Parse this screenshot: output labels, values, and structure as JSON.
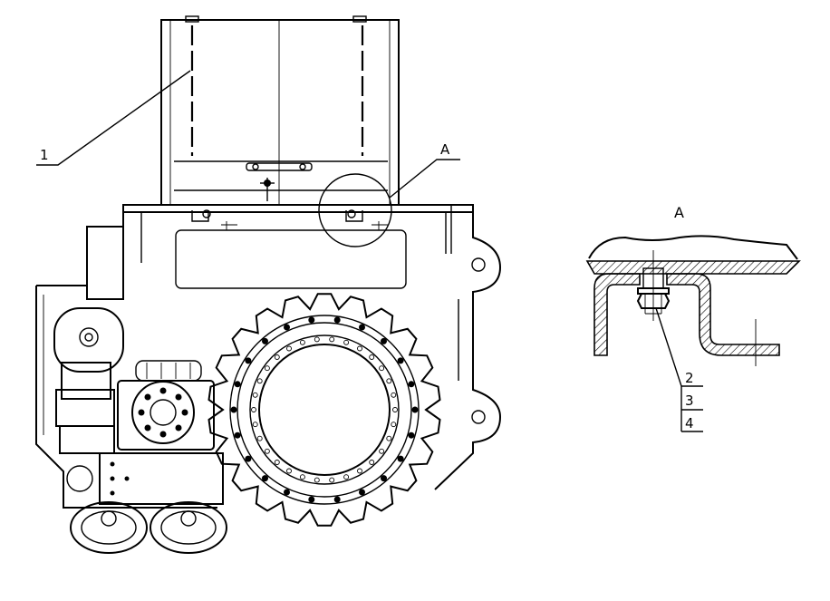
{
  "labels": {
    "part_1": "1",
    "callout_a": "A",
    "detail_title": "A",
    "part_2": "2",
    "part_3": "3",
    "part_4": "4"
  }
}
